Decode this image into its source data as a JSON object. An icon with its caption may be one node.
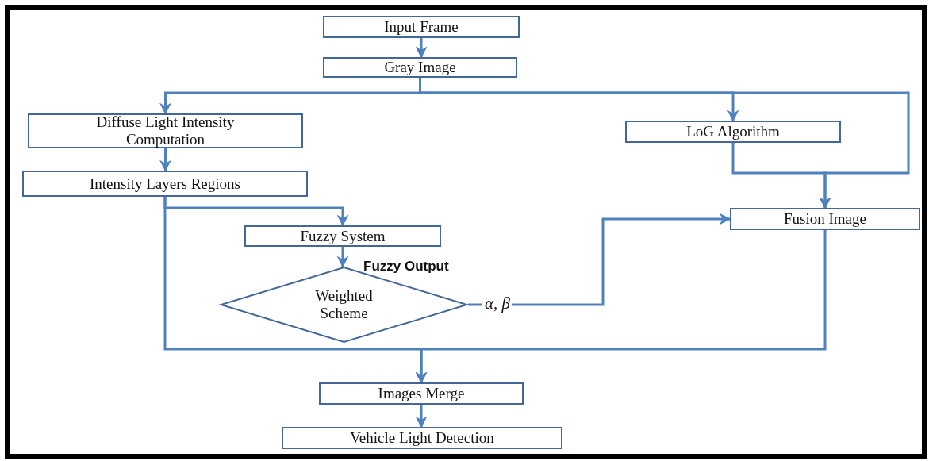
{
  "diagram": {
    "nodes": [
      {
        "text": [
          "Input Frame"
        ]
      },
      {
        "text": [
          "Gray Image"
        ]
      },
      {
        "text": [
          "Diffuse Light Intensity Computation"
        ]
      },
      {
        "text": [
          "LoG Algorithm"
        ]
      },
      {
        "text": [
          "Intensity Layers Regions"
        ]
      },
      {
        "text": [
          "Fuzzy System"
        ]
      },
      {
        "text": [
          "Weighted Scheme"
        ]
      },
      {
        "text": [
          "Fusion Image"
        ]
      },
      {
        "text": [
          "Images Merge"
        ]
      },
      {
        "text": [
          "Vehicle Light Detection"
        ]
      }
    ],
    "edges": [
      {
        "from": 0,
        "to": 1,
        "arrow": "to"
      },
      {
        "from": 1,
        "to": 2,
        "arrow": "to"
      },
      {
        "from": 1,
        "to": 3,
        "arrow": "to"
      },
      {
        "from": 1,
        "to": 7,
        "arrow": "to"
      },
      {
        "from": 3,
        "to": 7,
        "arrow": "to"
      },
      {
        "from": 2,
        "to": 4,
        "arrow": "to"
      },
      {
        "from": 4,
        "to": 5,
        "arrow": "to"
      },
      {
        "from": 4,
        "to": 8,
        "arrow": "to"
      },
      {
        "from": 5,
        "to": 6,
        "arrow": "to",
        "label": "Fuzzy Output"
      },
      {
        "from": 6,
        "to": 7,
        "arrow": "to",
        "label": "α, β"
      },
      {
        "from": 7,
        "to": 8,
        "arrow": "to"
      },
      {
        "from": 8,
        "to": 9,
        "arrow": "to"
      }
    ]
  }
}
